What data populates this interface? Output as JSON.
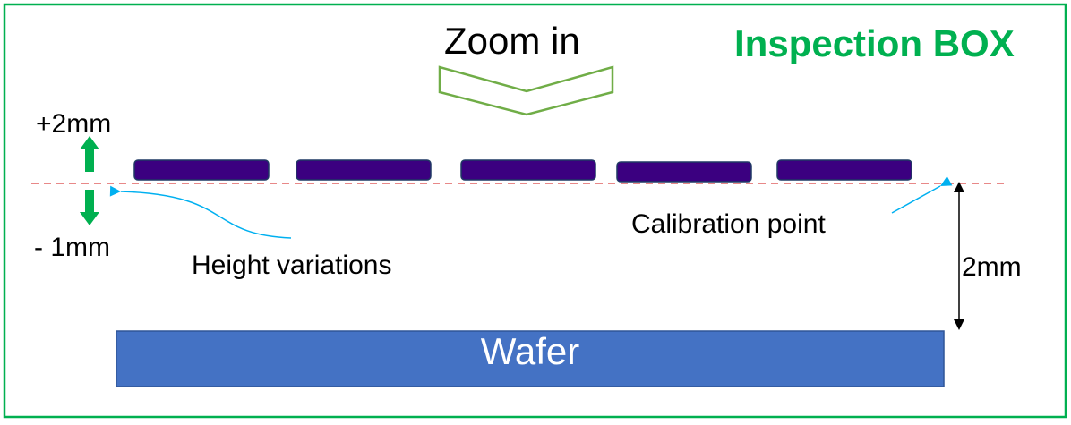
{
  "title": "Inspection BOX",
  "zoom_label": "Zoom in",
  "height_range": {
    "upper": "+2mm",
    "lower": "- 1mm"
  },
  "annotations": {
    "height_variations": "Height variations",
    "calibration_point": "Calibration point"
  },
  "distance_label": "2mm",
  "wafer_label": "Wafer",
  "colors": {
    "frame": "#00b050",
    "title": "#00b050",
    "zoom_chevron": "#70ad47",
    "die": "#3b0080",
    "wafer": "#4472c4",
    "reference_line": "#e06060",
    "callout": "#00b0f0",
    "height_arrows": "#00b050"
  },
  "icons": [
    "zoom-chevron-icon",
    "arrow-up-icon",
    "arrow-down-icon",
    "double-arrow-icon"
  ]
}
